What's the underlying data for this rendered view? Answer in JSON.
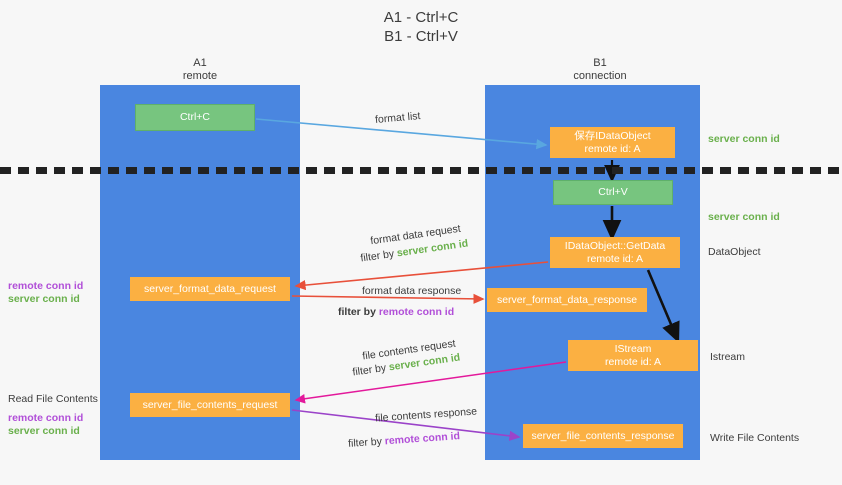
{
  "title": {
    "line1": "A1 - Ctrl+C",
    "line2": "B1 - Ctrl+V"
  },
  "columns": [
    {
      "id": "a1",
      "name": "A1",
      "role": "remote"
    },
    {
      "id": "b1",
      "name": "B1",
      "role": "connection"
    }
  ],
  "nodes": {
    "ctrl_c": {
      "label": "Ctrl+C",
      "sub": "",
      "color": "#77c57f"
    },
    "idataobject": {
      "label": "保存IDataObject",
      "sub": "remote id: A",
      "color": "#fbb042"
    },
    "ctrl_v": {
      "label": "Ctrl+V",
      "sub": "",
      "color": "#77c57f"
    },
    "getdata": {
      "label": "IDataObject::GetData",
      "sub": "remote id: A",
      "color": "#fbb042"
    },
    "istream": {
      "label": "IStream",
      "sub": "remote id: A",
      "color": "#fbb042"
    },
    "format_data_request": {
      "label": "server_format_data_request",
      "sub": "",
      "color": "#fbb042"
    },
    "format_data_response": {
      "label": "server_format_data_response",
      "sub": "",
      "color": "#fbb042"
    },
    "file_contents_request": {
      "label": "server_file_contents_request",
      "sub": "",
      "color": "#fbb042"
    },
    "file_contents_response": {
      "label": "server_file_contents_response",
      "sub": "",
      "color": "#fbb042"
    }
  },
  "edge_labels": {
    "format_list": "format list",
    "format_data_request": "format data request",
    "format_data_request_filter_prefix": "filter by ",
    "format_data_request_filter_value": "server conn id",
    "format_data_response": "format data response",
    "format_data_response_filter_prefix": "filter by ",
    "format_data_response_filter_value": "remote conn id",
    "file_contents_request": "file contents request",
    "file_contents_request_filter_prefix": "filter by ",
    "file_contents_request_filter_value": "server conn id",
    "file_contents_response": "file contents response",
    "file_contents_response_filter_prefix": "filter by ",
    "file_contents_response_filter_value": "remote conn id"
  },
  "right_labels": {
    "server_conn_id_top": "server conn id",
    "server_conn_id_mid": "server conn id",
    "dataobject": "DataObject",
    "istream": "Istream",
    "write_file_contents": "Write File Contents"
  },
  "left_labels": {
    "remote_conn_id_1": "remote conn id",
    "server_conn_id_1": "server conn id",
    "read_file_contents": "Read File Contents",
    "remote_conn_id_2": "remote conn id",
    "server_conn_id_2": "server conn id"
  },
  "colors": {
    "lane": "#4a86e0",
    "green_node": "#77c57f",
    "orange_node": "#fbb042",
    "green_text": "#6ab04c",
    "purple_text": "#b14fd8",
    "blue_arrow": "#59a7e0",
    "red_arrow": "#e8503a",
    "magenta_arrow": "#e3199b",
    "purple_arrow": "#9b43c9",
    "black_arrow": "#111111",
    "background": "#f7f7f7"
  }
}
